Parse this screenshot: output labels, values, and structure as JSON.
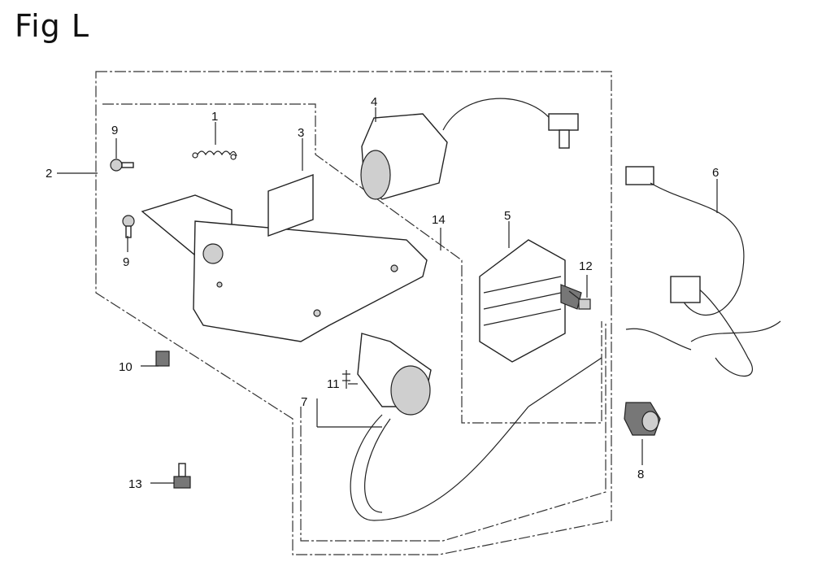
{
  "title": "Fig L",
  "callouts": [
    {
      "id": "c1",
      "text": "1"
    },
    {
      "id": "c2",
      "text": "2"
    },
    {
      "id": "c3",
      "text": "3"
    },
    {
      "id": "c4",
      "text": "4"
    },
    {
      "id": "c5",
      "text": "5"
    },
    {
      "id": "c6",
      "text": "6"
    },
    {
      "id": "c7",
      "text": "7"
    },
    {
      "id": "c8",
      "text": "8"
    },
    {
      "id": "c9a",
      "text": "9"
    },
    {
      "id": "c9b",
      "text": "9"
    },
    {
      "id": "c10",
      "text": "10"
    },
    {
      "id": "c11",
      "text": "11"
    },
    {
      "id": "c12",
      "text": "12"
    },
    {
      "id": "c13",
      "text": "13"
    },
    {
      "id": "c14",
      "text": "14"
    }
  ]
}
